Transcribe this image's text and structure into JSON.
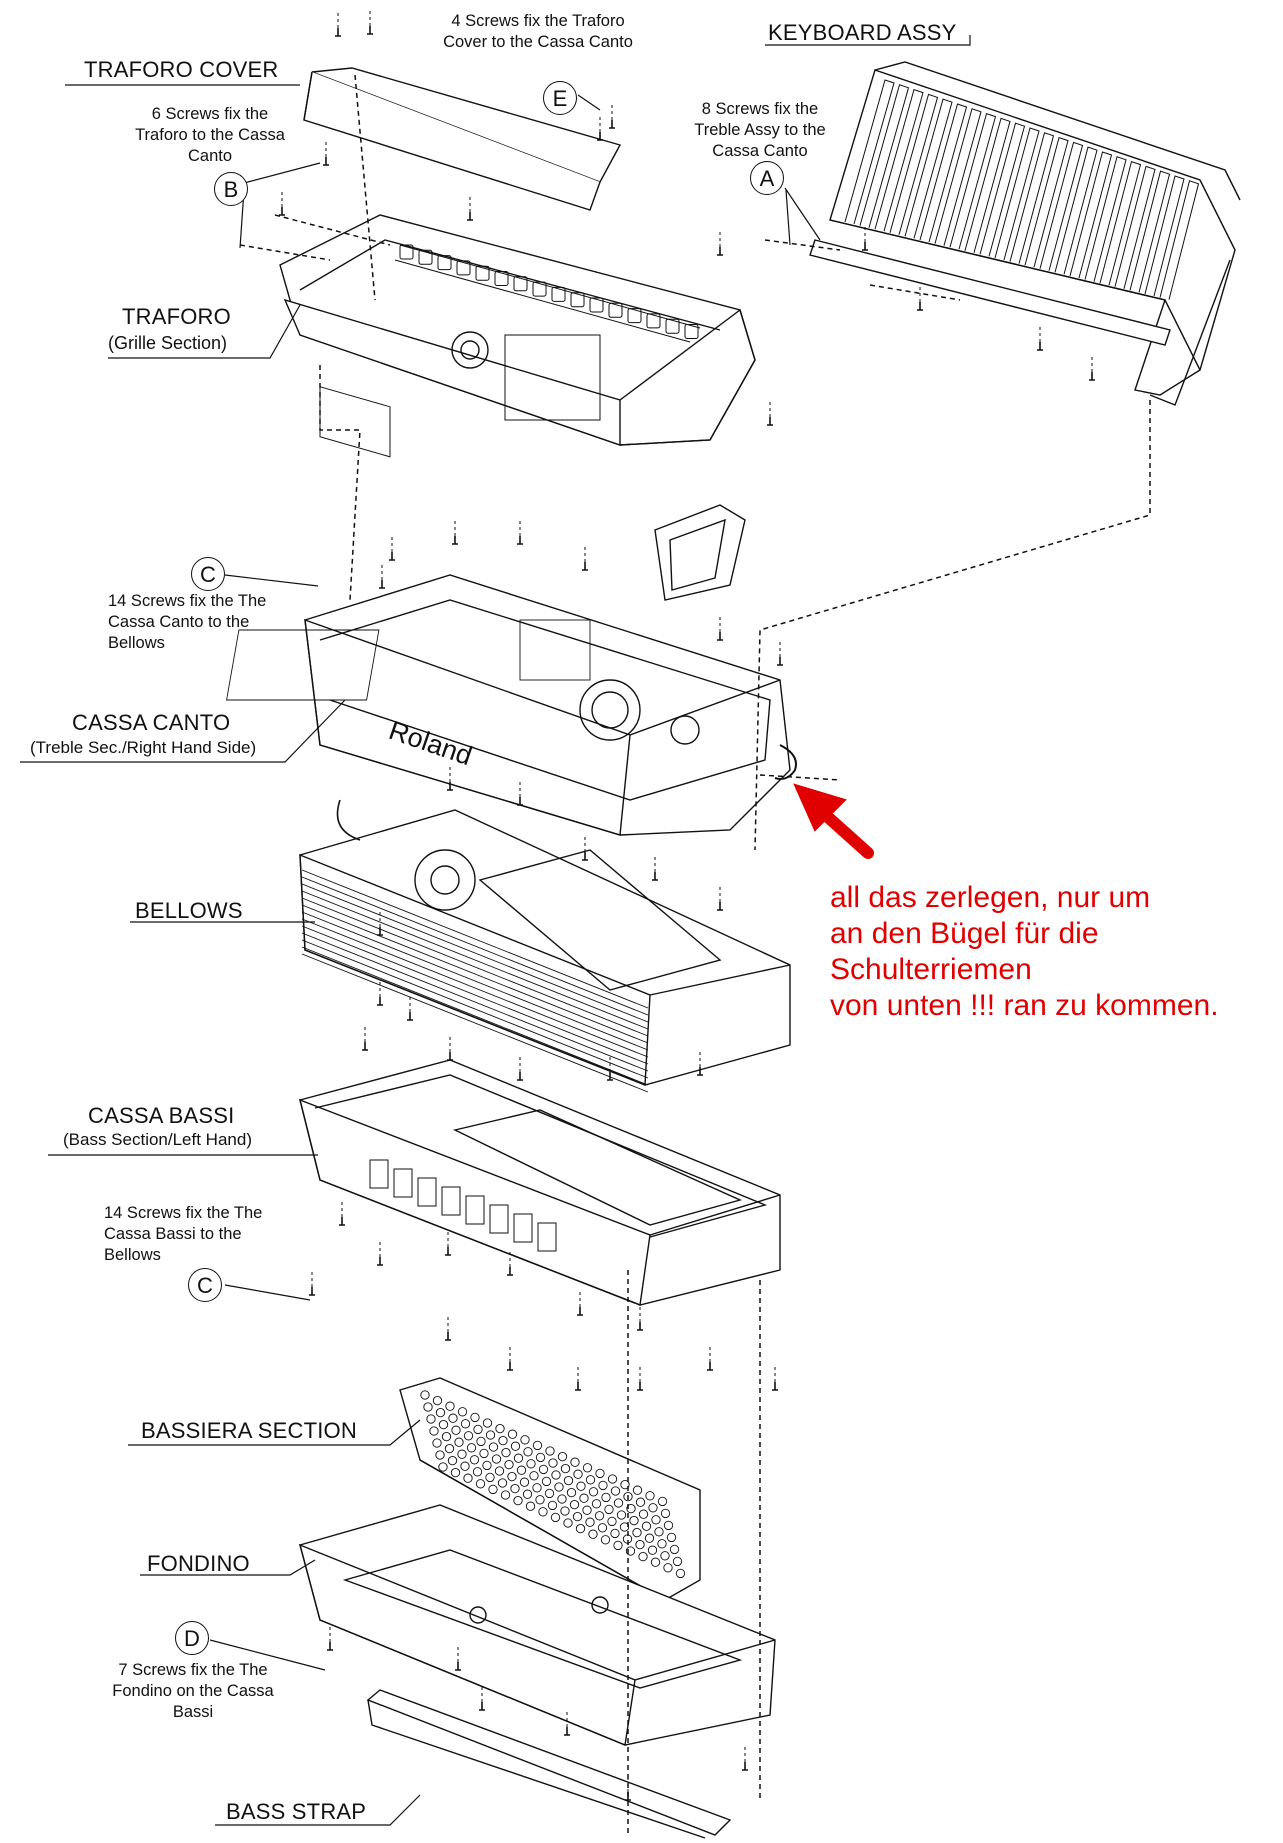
{
  "labels": {
    "traforo_cover": "TRAFORO COVER",
    "keyboard_assy": "KEYBOARD ASSY",
    "traforo": "TRAFORO",
    "traforo_sub": "(Grille Section)",
    "cassa_canto": "CASSA CANTO",
    "cassa_canto_sub": "(Treble Sec./Right Hand Side)",
    "bellows": "BELLOWS",
    "cassa_bassi": "CASSA BASSI",
    "cassa_bassi_sub": "(Bass Section/Left Hand)",
    "bassiera": "BASSIERA SECTION",
    "fondino": "FONDINO",
    "bass_strap": "BASS STRAP"
  },
  "notes": {
    "e": "4 Screws fix the Traforo Cover to the Cassa Canto",
    "b": "6 Screws fix the Traforo to the Cassa Canto",
    "a": "8 Screws fix the Treble Assy to the Cassa Canto",
    "c_top": "14  Screws fix the The Cassa Canto to the Bellows",
    "c_bottom": "14  Screws fix  the The Cassa Bassi to the Bellows",
    "d": "7 Screws fix the The Fondino on the Cassa Bassi"
  },
  "callouts": {
    "e": "E",
    "b": "B",
    "a": "A",
    "c_top": "C",
    "c_bottom": "C",
    "d": "D"
  },
  "brand": "Roland",
  "annotation": {
    "text": "all das zerlegen, nur um an den Bügel für die Schulterriemen von unten !!! ran zu kommen.",
    "lines": [
      "all das zerlegen, nur um",
      "an den Bügel für die",
      "Schulterriemen",
      "von unten !!! ran zu kommen."
    ],
    "color": "#e00000"
  }
}
